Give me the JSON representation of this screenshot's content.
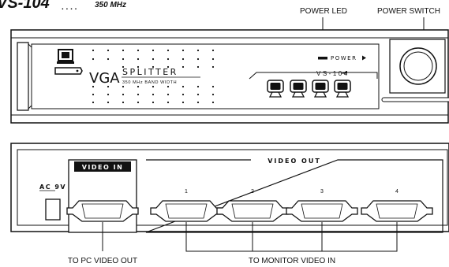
{
  "header": {
    "model": "VS-104",
    "dots": ". . . .",
    "bandwidth": "350 MHz"
  },
  "front_panel": {
    "callout_led": "POWER LED",
    "callout_switch": "POWER SWITCH",
    "brand_main": "VGA",
    "brand_splitter": "SPLITTER",
    "brand_bandwidth": "350 MHz BAND WIDTH",
    "power_label": "POWER",
    "model_label": "VS-104"
  },
  "rear_panel": {
    "power_input": "AC 9V",
    "video_in": "VIDEO IN",
    "video_out": "VIDEO OUT",
    "port_numbers": [
      "1",
      "2",
      "3",
      "4"
    ],
    "callout_in": "TO PC VIDEO OUT",
    "callout_out": "TO MONITOR VIDEO IN"
  },
  "colors": {
    "line": "#111111",
    "background": "#ffffff"
  }
}
